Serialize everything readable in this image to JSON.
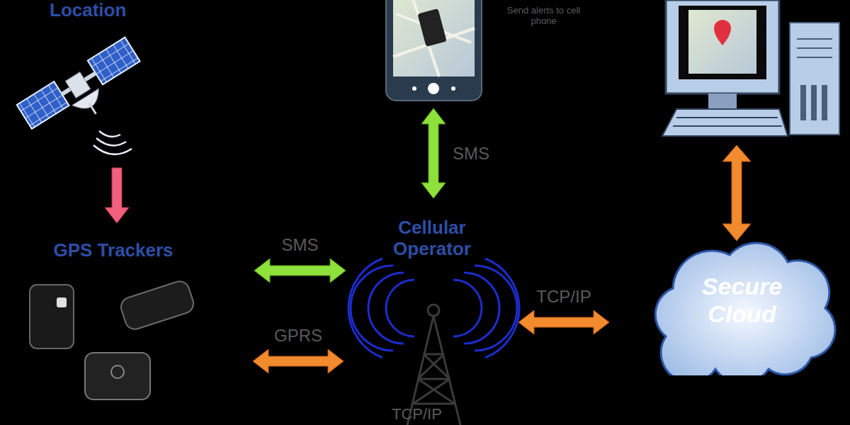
{
  "diagram": {
    "nodes": [
      {
        "text": [
          "Location"
        ]
      },
      {
        "text": [
          "GPS Trackers"
        ]
      },
      {
        "text": [
          "Send alerts to cell phone"
        ]
      },
      {
        "text": [
          "Cellular Operator"
        ]
      },
      {
        "text": [
          "Secure Cloud"
        ]
      }
    ],
    "edges": [
      {
        "from": 0,
        "to": 1,
        "arrow": "to"
      },
      {
        "from": 1,
        "to": 3,
        "label": "SMS",
        "arrow": "both"
      },
      {
        "from": 1,
        "to": 3,
        "label": "GPRS",
        "arrow": "both"
      },
      {
        "from": 2,
        "to": 3,
        "label": "SMS",
        "arrow": "both"
      },
      {
        "from": 3,
        "to": 4,
        "label": "TCP/IP",
        "arrow": "both"
      }
    ],
    "labels": [
      "TCP/IP"
    ]
  }
}
